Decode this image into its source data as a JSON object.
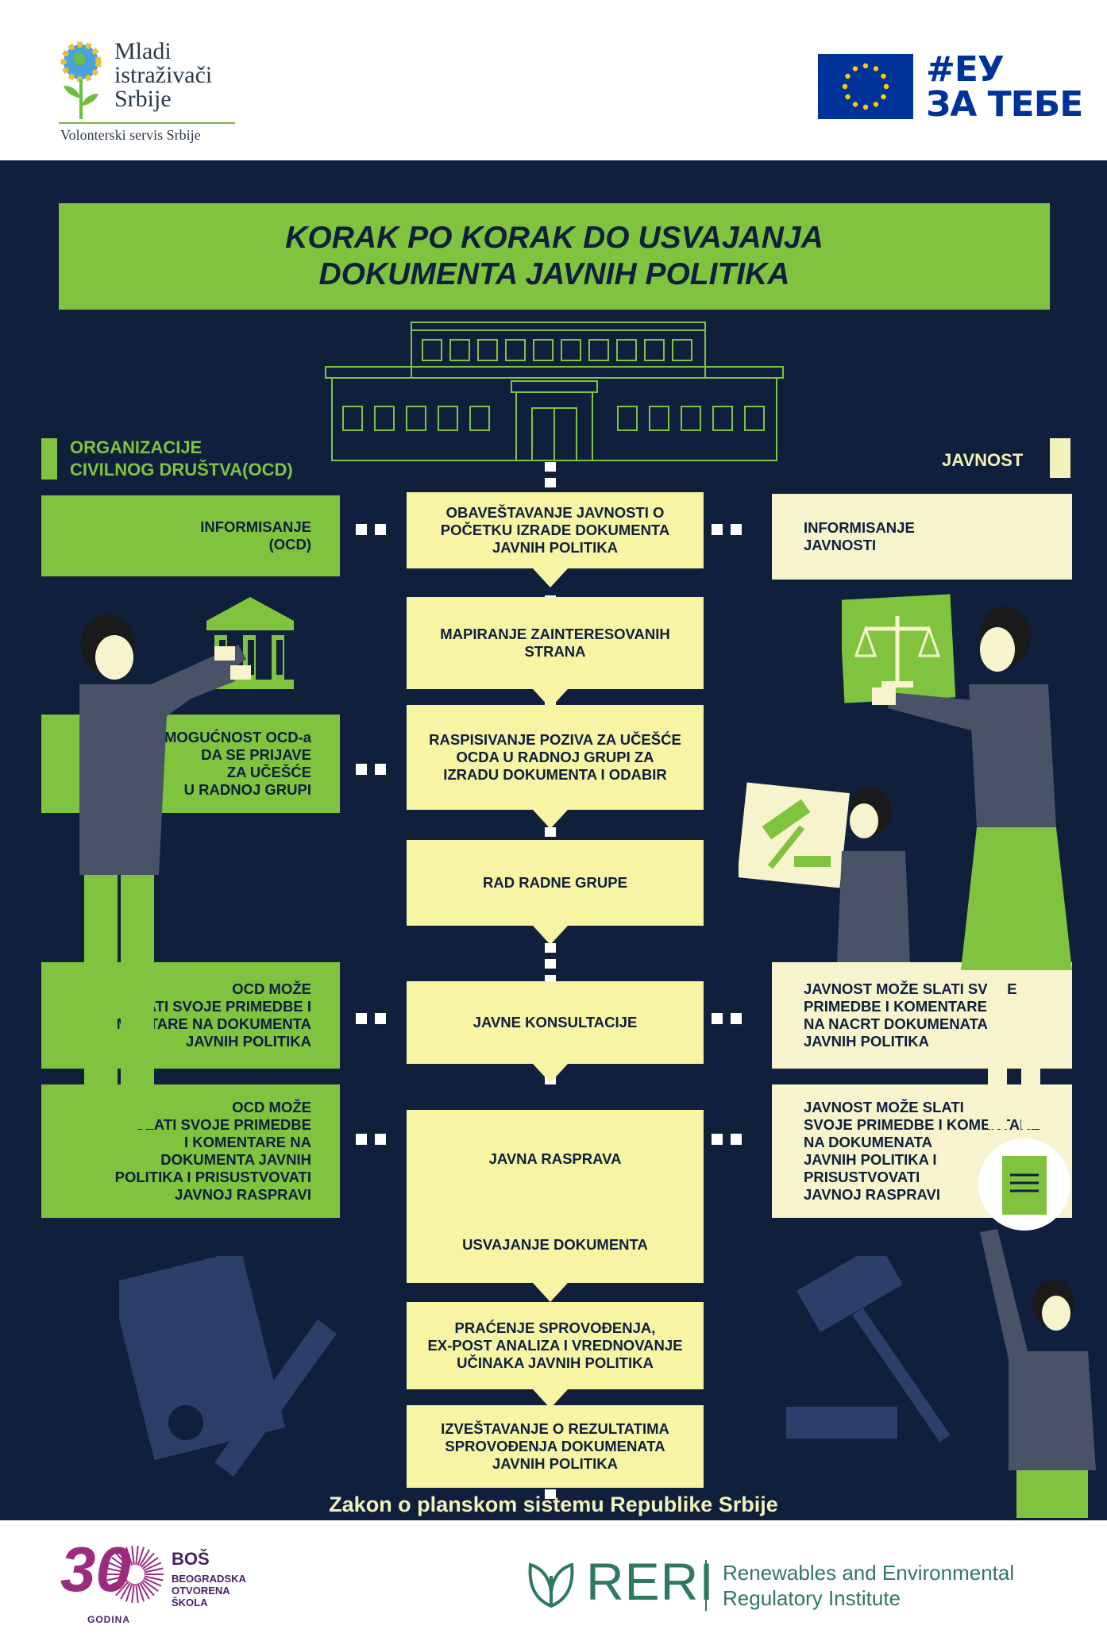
{
  "header": {
    "logo_left": {
      "lines": [
        "Mladi",
        "istraživači",
        "Srbije"
      ],
      "subtitle": "Volonterski servis Srbije"
    },
    "logo_right": {
      "tag_line1": "#ЕУ",
      "tag_line2": "ЗА ТЕБЕ"
    }
  },
  "title": {
    "line1": "KORAK PO KORAK DO USVAJANJA",
    "line2": "DOKUMENTA JAVNIH POLITIKA"
  },
  "labels": {
    "ocd_line1": "ORGANIZACIJE",
    "ocd_line2": "CIVILNOG DRUŠTVA(OCD)",
    "public": "JAVNOST"
  },
  "steps": [
    "OBAVEŠTAVANJE JAVNOSTI O\nPOČETKU IZRADE DOKUMENTA\nJAVNIH POLITIKA",
    "MAPIRANJE ZAINTERESOVANIH\nSTRANA",
    "RASPISIVANJE POZIVA ZA UČEŠĆE\nOCDA U RADNOJ GRUPI ZA\nIZRADU DOKUMENTA I ODABIR",
    "RAD RADNE GRUPE",
    "JAVNE KONSULTACIJE",
    "JAVNA RASPRAVA",
    "USVAJANJE DOKUMENTA",
    "PRAĆENJE SPROVOĐENJA,\nEX-POST ANALIZA I VREDNOVANJE\nUČINAKA JAVNIH POLITIKA",
    "IZVEŠTAVANJE O REZULTATIMA\nSPROVOĐENJA DOKUMENATA\nJAVNIH POLITIKA"
  ],
  "ocd_boxes": [
    "INFORMISANJE\n(OCD)",
    "MOGUĆNOST OCD-a\nDA SE PRIJAVE\nZA UČEŠĆE\nU RADNOJ GRUPI",
    "OCD MOŽE\nSLATI SVOJE PRIMEDBE I\nKOMENTARE NA DOKUMENTA\nJAVNIH POLITIKA",
    "OCD MOŽE\nSLATI SVOJE PRIMEDBE\nI KOMENTARE NA\nDOKUMENTA JAVNIH\nPOLITIKA I PRISUSTVOVATI\nJAVNOJ RASPRAVI"
  ],
  "public_boxes": [
    "INFORMISANJE\nJAVNOSTI",
    "JAVNOST MOŽE SLATI SVOJE\nPRIMEDBE I KOMENTARE\nNA NACRT DOKUMENATA\nJAVNIH POLITIKA",
    "JAVNOST MOŽE SLATI\nSVOJE PRIMEDBE I KOMENTARE\nNA  DOKUMENATA\nJAVNIH POLITIKA I\nPRISUSTVOVATI\nJAVNOJ RASPRAVI"
  ],
  "source": "Zakon o planskom sistemu Republike Srbije",
  "footer": {
    "bos_number": "30",
    "bos_godina": "GODINA",
    "bos_short": "BOŠ",
    "bos_full": [
      "BEOGRADSKA",
      "OTVORENA",
      "ŠKOLA"
    ],
    "reri_short": "RERI",
    "reri_full": [
      "Renewables and Environmental",
      "Regulatory Institute"
    ]
  },
  "colors": {
    "navy": "#0f1f3c",
    "green": "#80c33f",
    "light_yellow": "#f7f4a4",
    "cream": "#f7f4cd",
    "grey_figure": "#4a5268"
  }
}
